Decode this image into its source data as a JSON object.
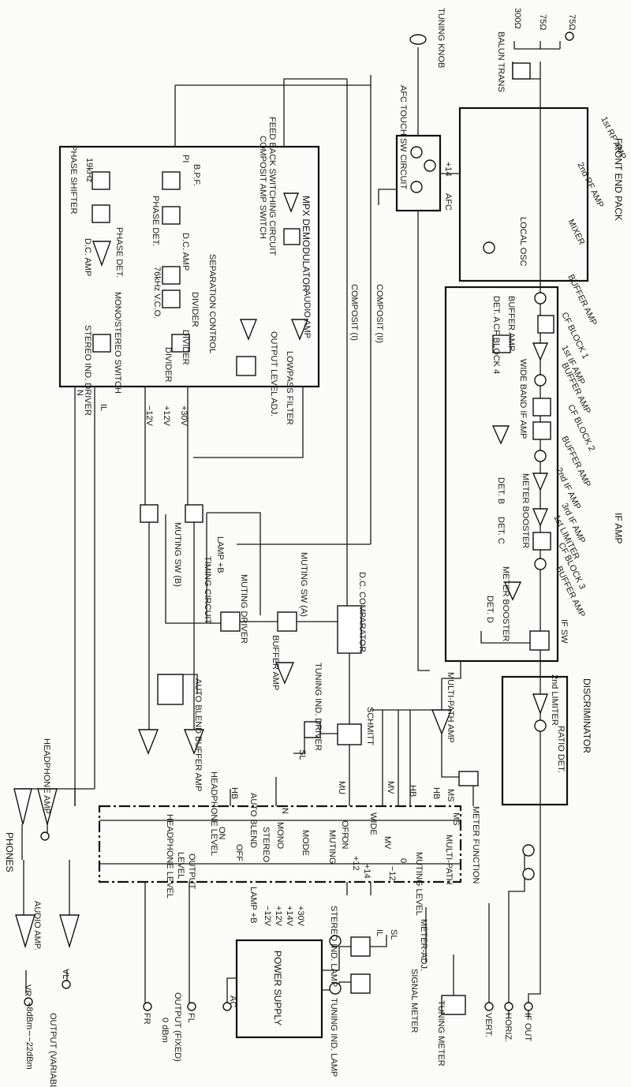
{
  "labels": {
    "front_end_pack": "FRONT END PACK",
    "tuning_knob": "TUNING KNOB",
    "afc_touch": "AFC TOUCH SW CIRCUIT",
    "afc": "AFC",
    "plus14": "+14",
    "ant75a": "75Ω",
    "ant75b": "75Ω",
    "ant300": "300Ω",
    "balun": "BALUN TRANS",
    "rf1": "1st RF AMP",
    "rf2": "2nd RF AMP",
    "mixer": "MIXER",
    "local_osc": "LOCAL OSC",
    "buffer_amp1": "BUFFER AMP",
    "buffer_amp2": "BUFFER AMP",
    "buffer_amp3": "BUFFER AMP",
    "buffer_amp4": "BUFFER AMP",
    "buffer_amp5": "BUFFER AMP",
    "cf_block1": "CF BLOCK 1",
    "cf_block2": "CF BLOCK 2",
    "cf_block3": "CF BLOCK 3",
    "cf_block4": "CF BLOCK 4",
    "if1": "1st IF AMP",
    "if2": "2nd IF AMP",
    "if3": "3rd IF AMP",
    "limiter1": "1st LIMITER",
    "wide_band": "WIDE BAND IF AMP",
    "meter_booster1": "METER BOOSTER",
    "meter_booster2": "METER BOOSTER",
    "det_a": "DET. A",
    "det_b": "DET. B",
    "det_c": "DET. C",
    "det_d": "DET. D",
    "if_amp": "IF AMP",
    "if_sw": "IF SW",
    "discriminator": "DISCRIMINATOR",
    "limiter2": "2nd LIMITER",
    "ratio_det": "RATIO DET.",
    "composit1": "COMPOSIT (I)",
    "composit2": "COMPOSIT (II)",
    "mpx": "MPX DEMODULATOR",
    "feedback": "FEED BACK SWITCHING CIRCUIT",
    "composit_amp": "COMPOSIT AMP SWITCH",
    "separation": "SEPARATION CONTROL",
    "audio_amp_mpx": "AUDIO AMP",
    "lowpass": "LOWPASS FILTER",
    "output_level_adj": "OUTPUT LEVEL ADJ.",
    "bpf": "B.P.F.",
    "pi_a": "PI",
    "phase_det_a": "PHASE DET.",
    "dc_amp_a": "D.C. AMP",
    "vco": "76kHz V.C.O.",
    "divider1": "DIVIDER",
    "divider2": "DIVIDER",
    "divider3": "DIVIDER",
    "phase_shifter": "PHASE SHIFTER",
    "k19": "19kHz",
    "phase_det_b": "PHASE DET.",
    "dc_amp_b": "D.C. AMP",
    "mono_stereo_sw": "MONO/STEREO SWITCH",
    "stereo_ind": "STEREO IND. DRIVER",
    "rail_il": "IL",
    "rail_n": "N",
    "rail_m12": "−12V",
    "rail_p12": "+12V",
    "rail_p30": "+30V",
    "muting_sw_b": "MUTING SW (B)",
    "lamp_b": "LAMP +B",
    "timing": "TIMING CIRCUIT",
    "muting_driver": "MUTING DRIVER",
    "muting_sw_a": "MUTING SW (A)",
    "buffer_amp_mute": "BUFFER AMP",
    "dc_comp": "D.C. COMPARATOR",
    "tuning_ind_driver": "TUNING IND. DRIVER",
    "sl": "SL",
    "schmitt": "SCHMITT",
    "multipath_amp": "MULTI-PATH AMP",
    "auto_blend_buffer": "AUTO BLEND BUFFER AMP",
    "headphone_level_upper": "HEADPHONE LEVEL",
    "headphone_amp": "HEADPHONE AMP",
    "phones": "PHONES",
    "sw_hb1": "HB",
    "sw_hb2": "HB",
    "sw_hb3": "HB",
    "sw_mu": "MU",
    "sw_mv1": "MV",
    "sw_mv2": "MV",
    "sw_ms1": "MS",
    "sw_ms2": "MS",
    "sw_on1": "ON",
    "sw_on2": "ON",
    "sw_off1": "OFF",
    "sw_off2": "OFF",
    "sw_auto_blend": "AUTO BLEND",
    "sw_stereo": "STEREO",
    "sw_mono": "MONO",
    "sw_mode": "MODE",
    "sw_muting": "MUTING",
    "sw_wide": "WIDE",
    "sw_multipath": "MULTI-PATH",
    "sw_muting_level": "MUTING LEVEL",
    "sw_meter_function": "METER FUNCTION",
    "sw_level": "LEVEL",
    "sw_output": "OUTPUT",
    "sw_hp_level": "HEADPHONE LEVEL",
    "sw_plus12": "+12",
    "sw_plus14": "+14",
    "sw_minus12": "−12",
    "sw_zero": "0",
    "sw_n": "N",
    "power_supply": "POWER SUPPLY",
    "ps_30": "+30V",
    "ps_14": "+14V",
    "ps_12": "+12V",
    "ps_m12": "−12V",
    "ps_lamp": "LAMP +B",
    "ac": "AC",
    "stereo_lamp": "STEREO IND. LAMP",
    "tuning_lamp": "TUNING IND. LAMP",
    "ps_il": "IL",
    "ps_sl": "SL",
    "meter_adj": "METER-ADJ.",
    "signal_meter": "SIGNAL METER",
    "tuning_meter": "TUNING METER",
    "vert": "VERT.",
    "horiz": "HORIZ.",
    "if_out": "IF OUT",
    "output_fixed": "OUTPUT (FIXED)",
    "zero_dbm": "0 dBm",
    "fl": "FL",
    "fr": "FR",
    "output_variable": "OUTPUT (VARIABLE)",
    "variable_range": "+8dBm∼−22dBm",
    "vl": "VL",
    "vr": "VR",
    "audio_amp_out": "AUDIO AMP."
  }
}
